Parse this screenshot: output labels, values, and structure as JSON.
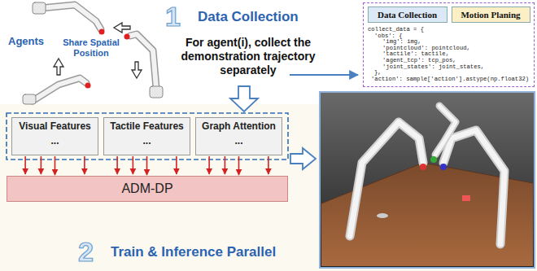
{
  "diagram": {
    "nodes": [
      {
        "text": [
          "collect_data = {",
          "'obs': {",
          "'img': img,",
          "'pointcloud': pointcloud,",
          "'tactile': tactile,",
          "'agent_tcp': tcp_pos,",
          "'joint_states': joint_states,",
          "},",
          "'action': sample['action'].astype(np.float32)"
        ]
      },
      {
        "text": [
          "Data Collection"
        ],
        "in": 0
      },
      {
        "text": [
          "Motion Planing"
        ],
        "in": 0
      },
      {
        "text": [
          "Visual Features",
          "..."
        ]
      },
      {
        "text": [
          "Tactile Features",
          "..."
        ]
      },
      {
        "text": [
          "Graph Attention",
          "..."
        ]
      },
      {
        "text": [
          "ADM-DP"
        ]
      }
    ],
    "edges": [
      {
        "from": 3,
        "to": 6,
        "arrow": "to"
      },
      {
        "from": 4,
        "to": 6,
        "arrow": "to"
      },
      {
        "from": 5,
        "to": 6,
        "arrow": "to"
      }
    ],
    "labels": [
      "1",
      "Data Collection",
      "Agents",
      "Share Spatial Position",
      "For agent(i), collect the demonstration trajectory separately",
      "2",
      "Train & Inference Parallel"
    ]
  }
}
